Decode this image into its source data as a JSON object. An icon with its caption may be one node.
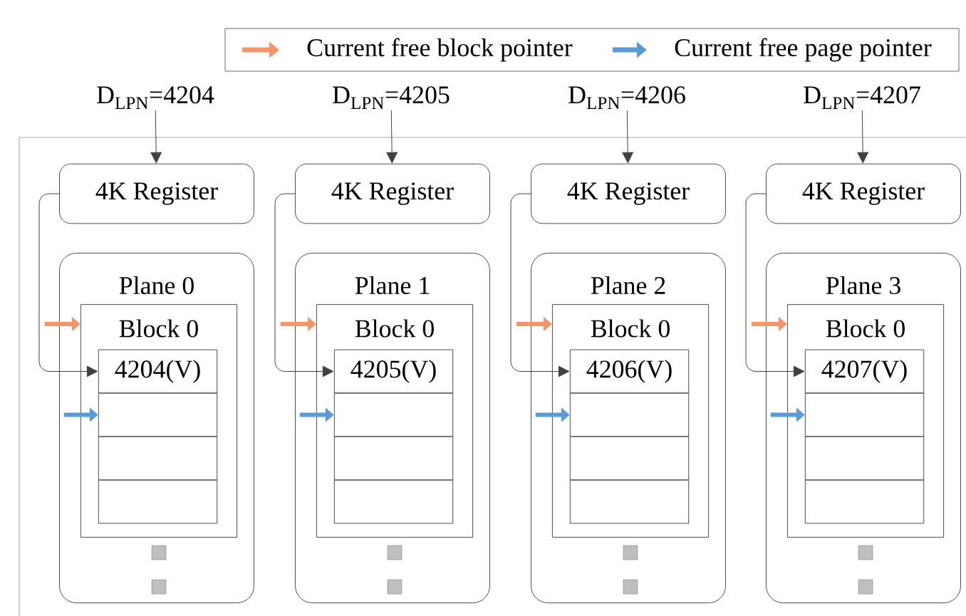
{
  "diagram": {
    "nodes": [
      {
        "text": [
          "D$_{LPN}$=4204"
        ]
      },
      {
        "text": [
          "4K Register"
        ]
      },
      {
        "text": [
          "Plane 0"
        ]
      },
      {
        "text": [
          "Block 0"
        ],
        "in": 2
      },
      {
        "text": [
          "4204(V)"
        ],
        "in": 3
      },
      {
        "text": [],
        "shape": "box",
        "in": 3
      },
      {
        "text": [],
        "shape": "box",
        "in": 3
      },
      {
        "text": [],
        "shape": "box",
        "in": 3
      },
      {
        "text": [
          "D$_{LPN}$=4205"
        ]
      },
      {
        "text": [
          "4K Register"
        ]
      },
      {
        "text": [
          "Plane 1"
        ]
      },
      {
        "text": [
          "Block 0"
        ],
        "in": 10
      },
      {
        "text": [
          "4205(V)"
        ],
        "in": 11
      },
      {
        "text": [],
        "shape": "box",
        "in": 11
      },
      {
        "text": [],
        "shape": "box",
        "in": 11
      },
      {
        "text": [],
        "shape": "box",
        "in": 11
      },
      {
        "text": [
          "D$_{LPN}$=4206"
        ]
      },
      {
        "text": [
          "4K Register"
        ]
      },
      {
        "text": [
          "Plane 2"
        ]
      },
      {
        "text": [
          "Block 0"
        ],
        "in": 18
      },
      {
        "text": [
          "4206(V)"
        ],
        "in": 19
      },
      {
        "text": [],
        "shape": "box",
        "in": 19
      },
      {
        "text": [],
        "shape": "box",
        "in": 19
      },
      {
        "text": [],
        "shape": "box",
        "in": 19
      },
      {
        "text": [
          "D$_{LPN}$=4207"
        ]
      },
      {
        "text": [
          "4K Register"
        ]
      },
      {
        "text": [
          "Plane 3"
        ]
      },
      {
        "text": [
          "Block 0"
        ],
        "in": 26
      },
      {
        "text": [
          "4207(V)"
        ],
        "in": 27
      },
      {
        "text": [],
        "shape": "box",
        "in": 27
      },
      {
        "text": [],
        "shape": "box",
        "in": 27
      },
      {
        "text": [],
        "shape": "box",
        "in": 27
      }
    ],
    "edges": [
      {
        "from": 0,
        "to": 1,
        "arrow": "to"
      },
      {
        "from": 1,
        "to": 4,
        "arrow": "to"
      },
      {
        "from": null,
        "to": 3,
        "arrow": "to",
        "style": "thick",
        "color": "#f4956a"
      },
      {
        "from": null,
        "to": 5,
        "arrow": "to",
        "style": "thick",
        "color": "#5b9bd5"
      },
      {
        "from": 8,
        "to": 9,
        "arrow": "to"
      },
      {
        "from": 9,
        "to": 12,
        "arrow": "to"
      },
      {
        "from": null,
        "to": 11,
        "arrow": "to",
        "style": "thick",
        "color": "#f4956a"
      },
      {
        "from": null,
        "to": 13,
        "arrow": "to",
        "style": "thick",
        "color": "#5b9bd5"
      },
      {
        "from": 16,
        "to": 17,
        "arrow": "to"
      },
      {
        "from": 17,
        "to": 20,
        "arrow": "to"
      },
      {
        "from": null,
        "to": 19,
        "arrow": "to",
        "style": "thick",
        "color": "#f4956a"
      },
      {
        "from": null,
        "to": 21,
        "arrow": "to",
        "style": "thick",
        "color": "#5b9bd5"
      },
      {
        "from": 24,
        "to": 25,
        "arrow": "to"
      },
      {
        "from": 25,
        "to": 28,
        "arrow": "to"
      },
      {
        "from": null,
        "to": 27,
        "arrow": "to",
        "style": "thick",
        "color": "#f4956a"
      },
      {
        "from": null,
        "to": 29,
        "arrow": "to",
        "style": "thick",
        "color": "#5b9bd5"
      }
    ],
    "legend": [
      {
        "text": "Current free block pointer"
      },
      {
        "text": "Current free page pointer"
      }
    ]
  }
}
